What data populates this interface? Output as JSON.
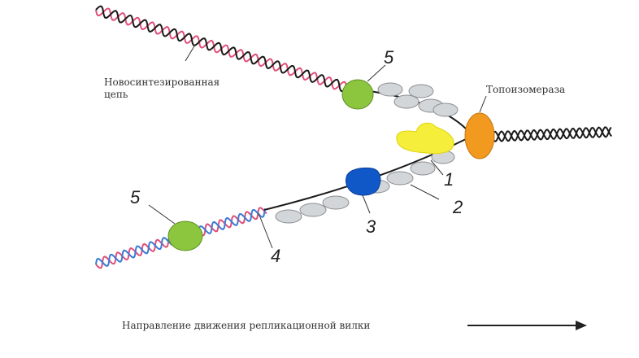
{
  "labels": {
    "new_strand_line1": "Новосинтезированная",
    "new_strand_line2": "цепь",
    "topoisomerase": "Топоизомераза",
    "direction": "Направление движения репликационной вилки"
  },
  "numbers": {
    "n5_top": "5",
    "n5_left": "5",
    "n1": "1",
    "n2": "2",
    "n3": "3",
    "n4": "4"
  },
  "colors": {
    "dna_parent": "#1a1a1a",
    "dna_new_top": "#e0507a",
    "dna_new_lagging": "#3a7bd5",
    "clamp_green": "#8cc63f",
    "ssb_gray": "#d3d6d8",
    "helicase_yellow": "#f5ee3a",
    "primase_blue": "#1058c8",
    "topoisomerase_orange": "#f29a1f"
  },
  "icons": {
    "arrow": "right-arrow-icon"
  }
}
